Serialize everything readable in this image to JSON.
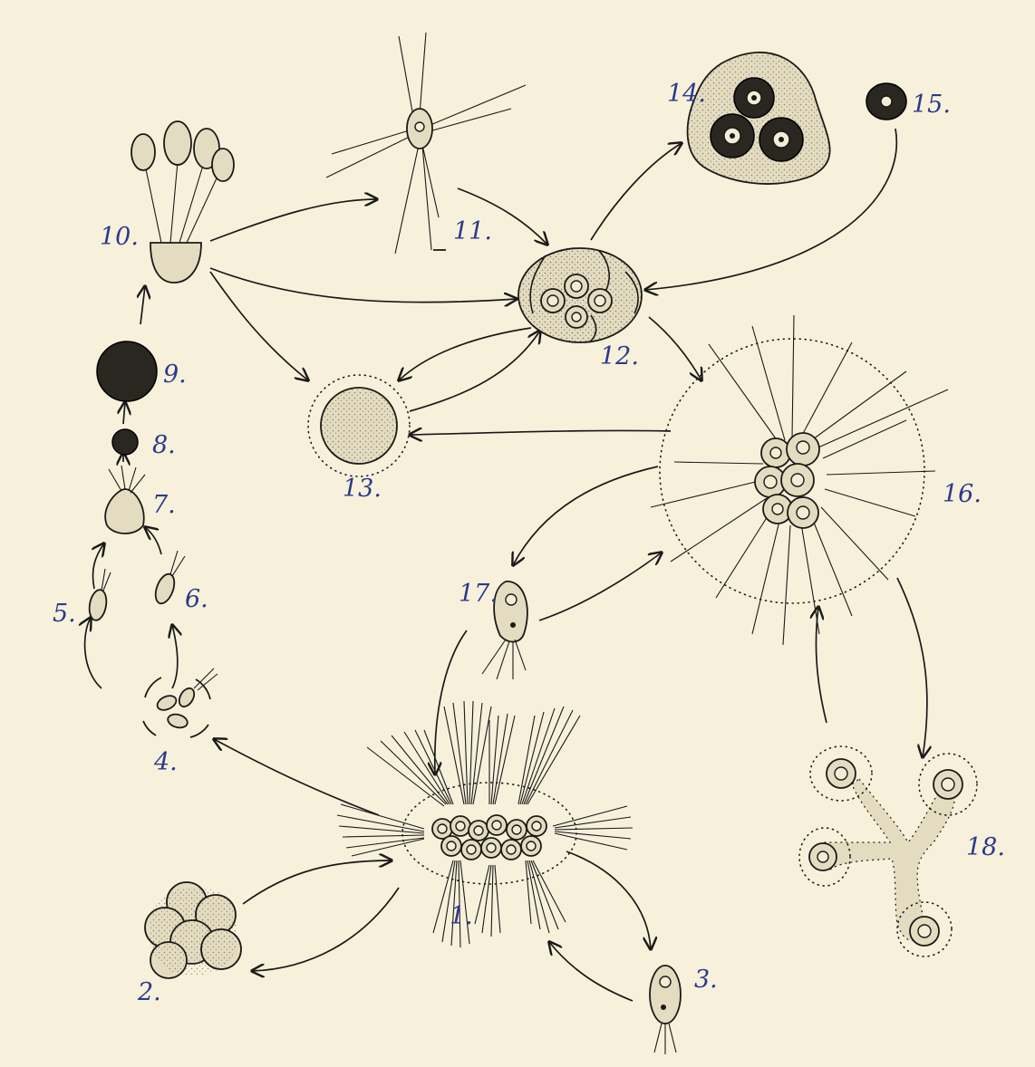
{
  "stages": [
    {
      "id": "s1",
      "label": "1."
    },
    {
      "id": "s2",
      "label": "2."
    },
    {
      "id": "s3",
      "label": "3."
    },
    {
      "id": "s4",
      "label": "4."
    },
    {
      "id": "s5",
      "label": "5."
    },
    {
      "id": "s6",
      "label": "6."
    },
    {
      "id": "s7",
      "label": "7."
    },
    {
      "id": "s8",
      "label": "8."
    },
    {
      "id": "s9",
      "label": "9."
    },
    {
      "id": "s10",
      "label": "10."
    },
    {
      "id": "s11",
      "label": "11."
    },
    {
      "id": "s12",
      "label": "12."
    },
    {
      "id": "s13",
      "label": "13."
    },
    {
      "id": "s14",
      "label": "14."
    },
    {
      "id": "s15",
      "label": "15."
    },
    {
      "id": "s16",
      "label": "16."
    },
    {
      "id": "s17",
      "label": "17."
    },
    {
      "id": "s18",
      "label": "18."
    }
  ],
  "colors": {
    "paper": "#f7f1dc",
    "ink": "#1b1a17",
    "label_ink": "#2b3a8c"
  }
}
